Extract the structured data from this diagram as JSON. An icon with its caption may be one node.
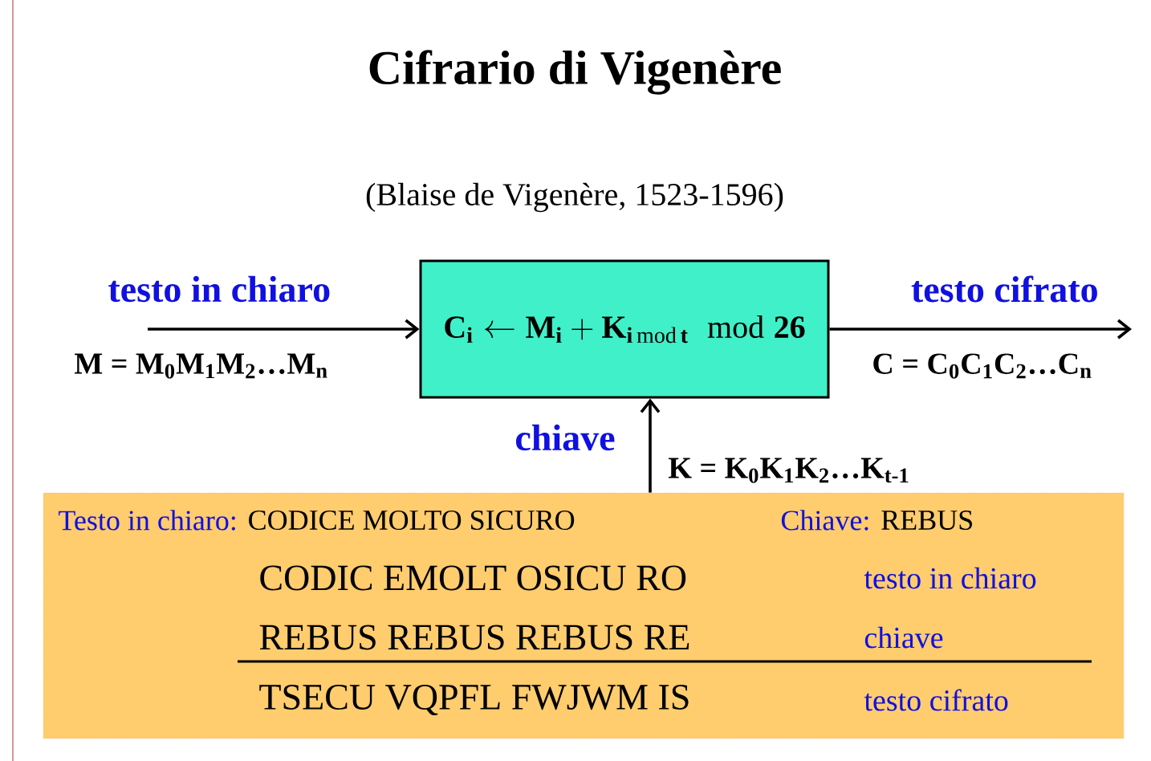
{
  "diagram": {
    "title": "Cifrario di Vigenère",
    "nodes": [
      {
        "text": [
          "\\mathbf{C_i \\leftarrow M_i + K_{i \\,\\mathrm{mod}\\, t}\\;\\;\\mathrm{mod}\\;26}"
        ]
      },
      {
        "text": [
          "Testo in chiaro:",
          "CODICE MOLTO SICURO",
          "Chiave:",
          "REBUS",
          "CODIC EMOLT OSICU RO",
          "testo in chiaro",
          "REBUS REBUS REBUS RE",
          "chiave",
          "TSECU VQPFL FWJWM IS",
          "testo cifrato"
        ]
      }
    ],
    "edges": [
      {
        "from": null,
        "to": 0,
        "arrow": "to",
        "label": "testo in chiaro"
      },
      {
        "from": 0,
        "to": null,
        "arrow": "to",
        "label": "testo cifrato"
      },
      {
        "from": 1,
        "to": 0,
        "arrow": "to",
        "label": "chiave"
      }
    ],
    "labels": [
      "(Blaise de Vigenère, 1523-1596)",
      "M = M$_{0}$M$_{1}$M$_{2}$…M$_{n}$",
      "C = C$_{0}$C$_{1}$C$_{2}$…C$_{n}$",
      "K = K$_{0}$K$_{1}$K$_{2}$…K$_{t-1}$"
    ]
  }
}
